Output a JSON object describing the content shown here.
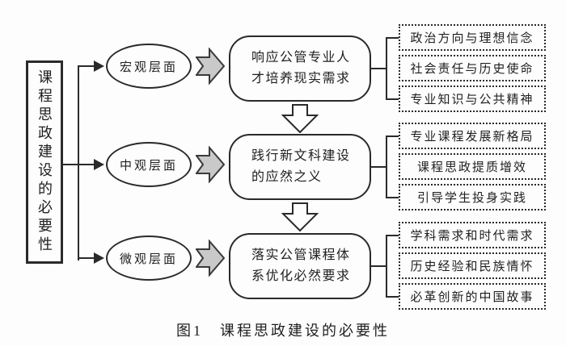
{
  "figure": {
    "caption": "图1　课程思政建设的必要性",
    "root_label": "课程思政建设的必要性"
  },
  "levels": [
    {
      "ellipse_label": "宏观层面",
      "box_lines": [
        "响应公管专业人",
        "才培养现实需求"
      ],
      "items": [
        "政治方向与理想信念",
        "社会责任与历史使命",
        "专业知识与公共精神"
      ]
    },
    {
      "ellipse_label": "中观层面",
      "box_lines": [
        "践行新文科建设",
        "的应然之义"
      ],
      "items": [
        "专业课程发展新格局",
        "课程思政提质增效",
        "引导学生投身实践"
      ]
    },
    {
      "ellipse_label": "微观层面",
      "box_lines": [
        "落实公管课程体",
        "系优化必然要求"
      ],
      "items": [
        "学科需求和时代需求",
        "历史经验和民族情怀",
        "必革创新的中国故事"
      ]
    }
  ],
  "colors": {
    "line": "#2a2a2a",
    "block_arrow_fill": "#c9c9c9",
    "background": "#fdfdfd",
    "text": "#1f1f1f"
  }
}
